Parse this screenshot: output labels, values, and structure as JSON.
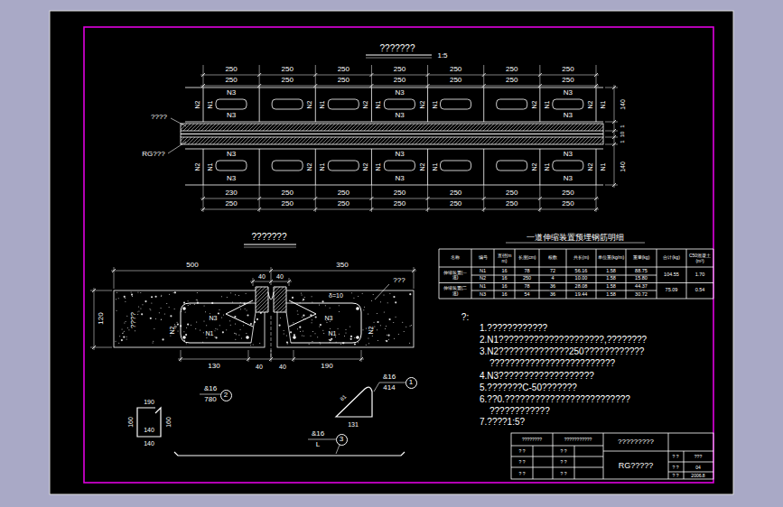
{
  "diagram": {
    "nodes": [
      {
        "text": [
          "1"
        ]
      },
      {
        "text": [
          "2"
        ]
      },
      {
        "text": [
          "3"
        ]
      }
    ],
    "labels": [
      "???????",
      "1:5",
      "250",
      "250",
      "250",
      "250",
      "250",
      "250",
      "250",
      "250",
      "250",
      "250",
      "250",
      "250",
      "250",
      "250",
      "N3",
      "N3",
      "N3",
      "N3",
      "N3",
      "N3",
      "N2",
      "N1",
      "N2",
      "N1",
      "N2",
      "N1",
      "N2",
      "N1",
      "N2",
      "N1",
      "N2",
      "N1",
      "????",
      "RG???",
      "140",
      "1",
      "10",
      "1",
      "140",
      "N3",
      "N3",
      "N3",
      "N3",
      "N3",
      "N3",
      "N2",
      "N1",
      "N2",
      "N1",
      "N2",
      "N1",
      "N2",
      "N1",
      "N2",
      "N1",
      "N2",
      "N1",
      "230",
      "250",
      "250",
      "250",
      "250",
      "250",
      "250",
      "250",
      "250",
      "250",
      "250",
      "250",
      "250",
      "250",
      "???????",
      "500",
      "350",
      "40",
      "40",
      "δ=10",
      "???",
      "120",
      "????",
      "N3",
      "N1",
      "N2",
      "N3",
      "N1",
      "N2",
      "130",
      "40",
      "40",
      "190",
      "&16",
      "780",
      "190",
      "160",
      "160",
      "140",
      "140",
      "&16",
      "414",
      "81",
      "131",
      "&16",
      "L",
      "一道伸缩装置预埋钢筋明细",
      "名称",
      "编号",
      "直径(mm)",
      "长度(cm)",
      "根数",
      "共长(m)",
      "单位重(kg/m)",
      "重量(kg)",
      "合计(kg)",
      "C50混凝土(m³)",
      "伸缩装置(一道)",
      "N1",
      "16",
      "78",
      "72",
      "56.16",
      "1.58",
      "88.75",
      "N2",
      "16",
      "250",
      "4",
      "10.00",
      "1.58",
      "15.80",
      "104.55",
      "1.70",
      "伸缩装置(二道)",
      "N1",
      "16",
      "78",
      "36",
      "28.08",
      "1.58",
      "44.37",
      "N3",
      "16",
      "54",
      "36",
      "19.44",
      "1.58",
      "30.72",
      "75.09",
      "0.54",
      "?:",
      "1.????????????",
      "2.N1?????????????????????,????????",
      "3.N2??????????????250????????????",
      "?????????????????????????",
      "4.N3???????????????????",
      "5.???????C-50???????",
      "6.??0.?????????????????????????",
      "????????????",
      "7.????1:5?",
      "?????????",
      "RG?????",
      "????????",
      "???????????",
      "? ?",
      "? ?",
      "? ?",
      "? ?",
      "? ?",
      "? ?",
      "? ?",
      "? ?",
      "? ?",
      "???",
      "04",
      "2006.8"
    ]
  }
}
